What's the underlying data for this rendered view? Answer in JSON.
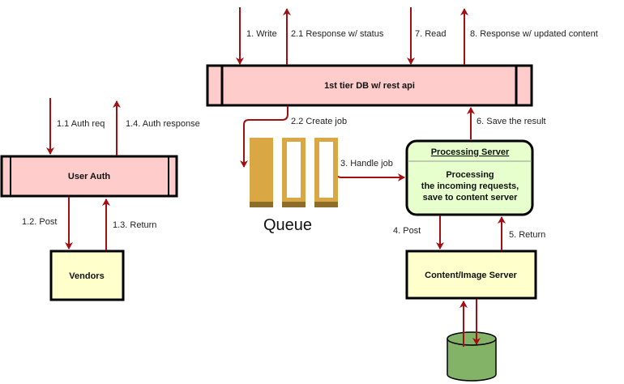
{
  "diagram": {
    "nodes": {
      "db": {
        "label": "1st tier DB w/ rest api"
      },
      "user_auth": {
        "label": "User Auth"
      },
      "vendors": {
        "label": "Vendors"
      },
      "queue": {
        "label": "Queue"
      },
      "processing": {
        "title": "Processing Server",
        "body": [
          "Processing",
          "the incoming requests,",
          "save to content server"
        ]
      },
      "content": {
        "label": "Content/Image Server"
      },
      "storage": {
        "label": ""
      }
    },
    "edges": {
      "write": "1. Write",
      "response_status": "2.1 Response w/ status",
      "read": "7. Read",
      "response_updated": "8. Response w/ updated content",
      "create_job": "2.2 Create job",
      "handle_job": "3. Handle job",
      "save_result": "6. Save the result",
      "post4": "4. Post",
      "return5": "5. Return",
      "auth_req": "1.1 Auth req",
      "auth_response": "1.4. Auth response",
      "post12": "1.2. Post",
      "return13": "1.3. Return"
    },
    "colors": {
      "arrow": "#a20e12",
      "db_fill": "#ffcccc",
      "yellow_fill": "#ffffcc",
      "green_fill": "#e6ffcc",
      "queue_fill": "#d9a744",
      "queue_dark": "#8c6d2c",
      "cylinder_fill": "#82b366"
    }
  }
}
